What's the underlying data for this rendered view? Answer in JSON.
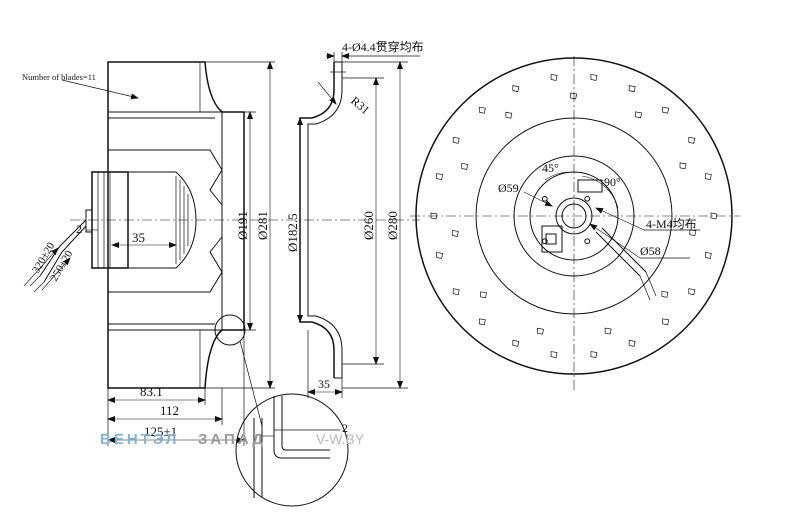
{
  "side_view": {
    "blades_note": "Number of blades=11",
    "gap_left": "2",
    "cable_long": "320±20",
    "cable_short": "250±20",
    "dim_35": "35",
    "dim_191": "Ø191",
    "dim_281": "Ø281",
    "dim_83": "83.1",
    "dim_112": "112",
    "dim_125": "125±1"
  },
  "section_view": {
    "holes_note": "4-Ø4.4贯穿均布",
    "radius": "R31",
    "dim_1825": "Ø182.5",
    "dim_260": "Ø260",
    "dim_280": "Ø280",
    "dim_35": "35"
  },
  "detail_view": {
    "gap": "2"
  },
  "front_view": {
    "angle_45": "45°",
    "angle_90": "90°",
    "dim_59": "Ø59",
    "dim_58": "Ø58",
    "tapped": "4-M4均布"
  },
  "watermark": {
    "part1": "ВЕНТЭЛ",
    "part2": "ЗАПАД",
    "part3": "V-W.BY"
  }
}
